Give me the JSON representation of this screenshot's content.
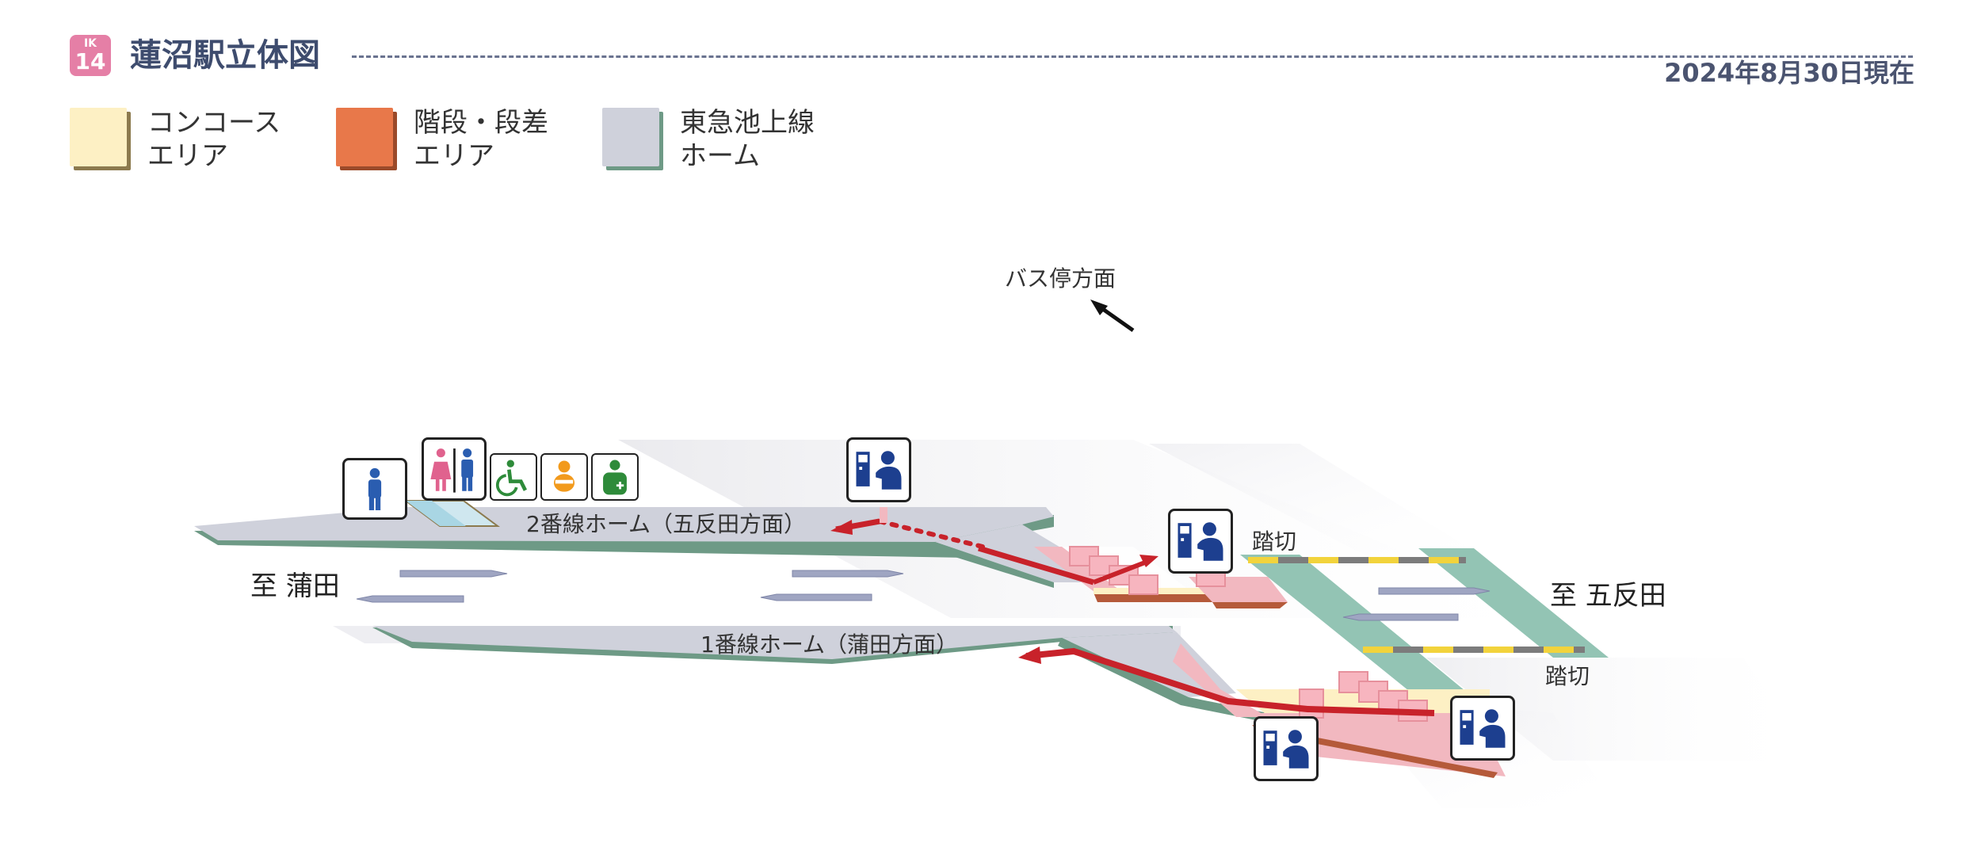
{
  "header": {
    "badge_line": "IK",
    "badge_number": "14",
    "title": "蓮沼駅立体図",
    "date": "2024年8月30日現在"
  },
  "legend": [
    {
      "label": "コンコース\nエリア",
      "color": "#fdf0c4",
      "edge": "#8c7a4e"
    },
    {
      "label": "階段・段差\nエリア",
      "color": "#e8784a",
      "edge": "#9a4a2a"
    },
    {
      "label": "東急池上線\nホーム",
      "color": "#cfd1db",
      "edge": "#6e9a86"
    }
  ],
  "labels": {
    "bus": "バス停方面",
    "crossing_top": "踏切",
    "crossing_bottom": "踏切",
    "to_kamata": "至 蒲田",
    "to_gotanda": "至 五反田",
    "platform2": "2番線ホーム（五反田方面）",
    "platform1": "1番線ホーム（蒲田方面）"
  },
  "icons": [
    "toilet-male-icon",
    "toilet-icon",
    "accessible-toilet-icon",
    "baby-room-icon",
    "ostomate-icon",
    "ticket-machine-icon"
  ],
  "colors": {
    "platform": "#cfd1db",
    "platform_edge": "#6e9a86",
    "stair": "#f2b8c0",
    "route": "#c8222a",
    "concourse": "#fdf0c4",
    "icon_blue": "#1d3f8f"
  }
}
